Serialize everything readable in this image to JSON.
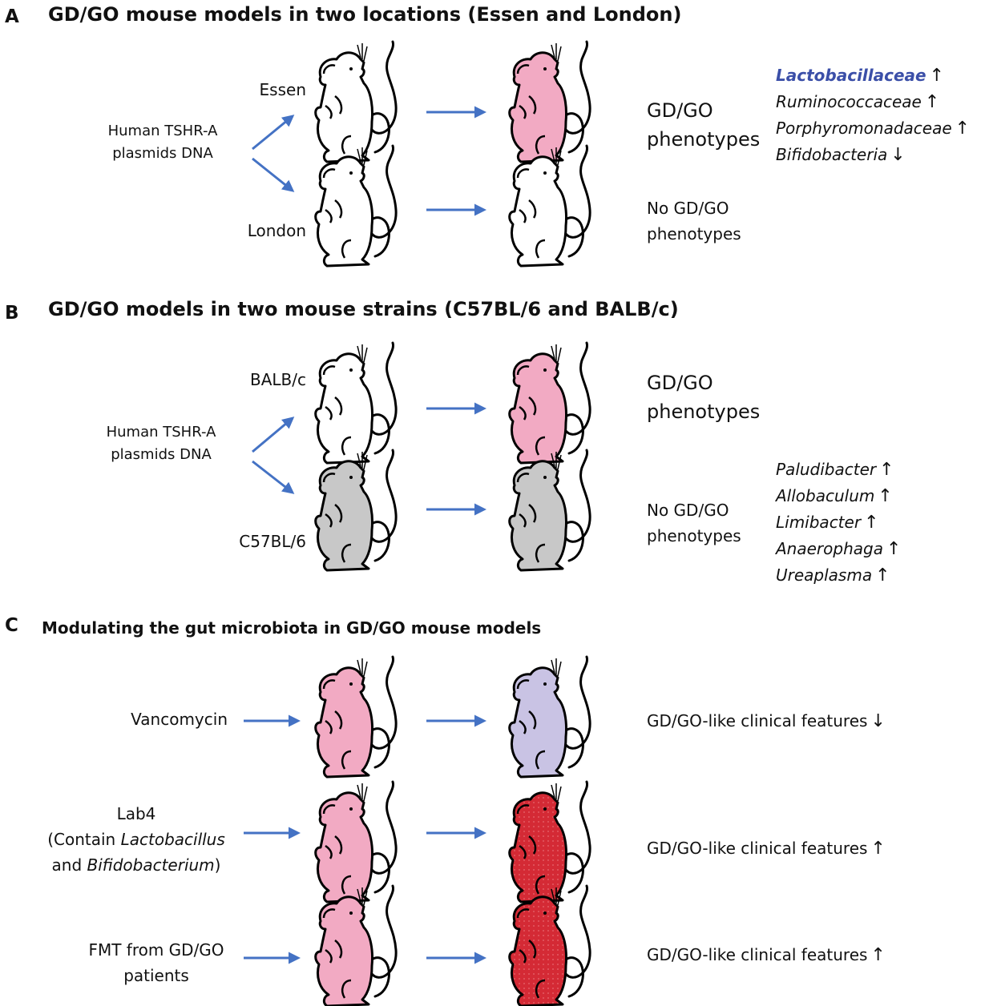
{
  "panels": {
    "a": {
      "letter": "A",
      "title": "GD/GO mouse models in two locations (Essen and London)",
      "source_line1": "Human TSHR-A",
      "source_line2": "plasmids DNA",
      "top_label": "Essen",
      "bottom_label": "London",
      "top_outcome_line1": "GD/GO",
      "top_outcome_line2": "phenotypes",
      "bottom_outcome_line1": "No GD/GO",
      "bottom_outcome_line2": "phenotypes",
      "bacteria": [
        {
          "name": "Lactobacillaceae",
          "dir": "↑"
        },
        {
          "name": "Ruminococcaceae",
          "dir": "↑"
        },
        {
          "name": "Porphyromonadaceae",
          "dir": "↑"
        },
        {
          "name": "Bifidobacteria",
          "dir": "↓"
        }
      ]
    },
    "b": {
      "letter": "B",
      "title": "GD/GO models in two mouse strains (C57BL/6 and BALB/c)",
      "source_line1": "Human TSHR-A",
      "source_line2": "plasmids DNA",
      "top_label": "BALB/c",
      "bottom_label": "C57BL/6",
      "top_outcome_line1": "GD/GO",
      "top_outcome_line2": "phenotypes",
      "bottom_outcome_line1": "No GD/GO",
      "bottom_outcome_line2": "phenotypes",
      "bacteria": [
        {
          "name": "Paludibacter",
          "dir": "↑"
        },
        {
          "name": "Allobaculum",
          "dir": "↑"
        },
        {
          "name": "Limibacter",
          "dir": "↑"
        },
        {
          "name": "Anaerophaga",
          "dir": "↑"
        },
        {
          "name": "Ureaplasma",
          "dir": "↑"
        }
      ]
    },
    "c": {
      "letter": "C",
      "title": "Modulating the gut microbiota in GD/GO mouse models",
      "rows": [
        {
          "treatment_line1": "Vancomycin",
          "outcome": "GD/GO-like clinical features",
          "dir": "↓"
        },
        {
          "treatment_line1": "Lab4",
          "treatment_line2_pre": "(Contain ",
          "treatment_line2_it": "Lactobacillus",
          "treatment_line3_pre": "and ",
          "treatment_line3_it": "Bifidobacterium",
          "treatment_line3_post": ")",
          "outcome": "GD/GO-like clinical features",
          "dir": "↑"
        },
        {
          "treatment_line1": "FMT from GD/GO",
          "treatment_line2": "patients",
          "outcome": "GD/GO-like clinical features",
          "dir": "↑"
        }
      ]
    }
  },
  "colors": {
    "arrow": "#4472c4",
    "mouse_white": "#ffffff",
    "mouse_pink": "#f2aac3",
    "mouse_gray": "#c8c8c8",
    "mouse_lavender": "#c9c3e4",
    "mouse_red": "#d42a35",
    "highlight_text": "#3b4fa8"
  },
  "icons": [
    "mouse-icon",
    "blue-arrow-icon",
    "up-arrow-glyph",
    "down-arrow-glyph"
  ]
}
